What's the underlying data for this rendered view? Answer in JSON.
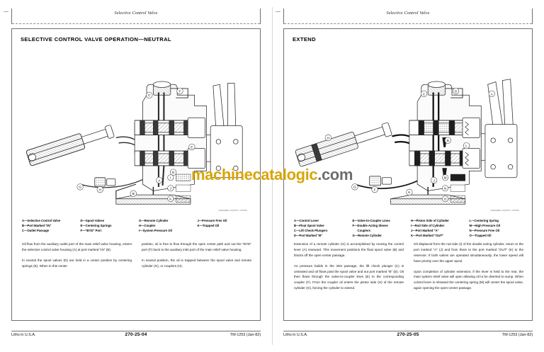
{
  "document": {
    "running_header": "Selective Control Valve",
    "watermark": "machinecatalogic.com",
    "watermark_part_a": "machinecatalogic",
    "watermark_part_b": ".com"
  },
  "left_page": {
    "section_title": "SELECTIVE CONTROL VALVE OPERATION—NEUTRAL",
    "figure_credit": "A1234ABC  XXXXXX  /  XXXXX",
    "figure_callouts": [
      "A",
      "B",
      "C",
      "D",
      "E",
      "F",
      "G",
      "H",
      "I",
      "J",
      "K"
    ],
    "legend": {
      "col1": [
        "A—Selective Control Valve",
        "B—Port Marked \"IN\"",
        "C—Outlet Passage"
      ],
      "col2": [
        "D—Spool Valves",
        "E—Centering Springs",
        "F—\"BYD\" Port"
      ],
      "col3": [
        "G—Remote Cylinder",
        "H—Coupler",
        "I—System Pressure Oil"
      ],
      "col4": [
        "J—Pressure Free Oil",
        "K—Trapped Oil"
      ]
    },
    "body": {
      "col1": [
        "Oil flow from the auxiliary outlet port of the main relief valve housing, enters the selective control valve housing (A) at port marked \"IN\" (B).",
        "In neutral the spool valves (D) are held in a center position by centering springs (E). When in this center"
      ],
      "col2": [
        "position, oil is free to flow through the open center path and out the \"BYD\" port (F) back to the auxiliary inlet port of the main relief valve housing.",
        "In neutral position, the oil is trapped between the spool valve and remote cylinder (G), or couplers (H)."
      ]
    },
    "footer": {
      "left": "Litho in U.S.A.",
      "center": "270-25-04",
      "right": "TM-1253 (Jan-82)"
    }
  },
  "right_page": {
    "section_title": "EXTEND",
    "figure_credit": "A1234ABC  XXXXXX  /  XXXXX",
    "figure_callouts": [
      "A",
      "B",
      "C",
      "D",
      "E",
      "F",
      "G",
      "H",
      "I",
      "J",
      "K",
      "L",
      "M",
      "N",
      "O"
    ],
    "legend": {
      "col1": [
        "A—Control Lever",
        "B—Float Spool Valve",
        "C—Lift Check Plungers",
        "D—Port Marked \"B\""
      ],
      "col2": [
        "E—Valve-to-Coupler Lines",
        "F—Double Acting Sleeve",
        "Couplers",
        "G—Remote Cylinder"
      ],
      "col3": [
        "H—Piston Side of Cylinder",
        "I—Rod Side of Cylinder",
        "J—Port Marked \"A\"",
        "K—Port Marked \"OUT\""
      ],
      "col4": [
        "L—Centering Spring",
        "M—High Pressure Oil",
        "N—Pressure Free Oil",
        "O—Trapped Oil"
      ]
    },
    "body": {
      "col1": [
        "Extension of a remote cylinder (G) is accomplished by moving the control lever (A) rearward. This movement positions the float spool valve (B) and blocks off the open-center passage.",
        "As pressure builds in the inlet passage, the lift check plunger (C) is unseated and oil flows past the spool valve and out port marked \"B\" (D). Oil then flows through the valve-to-coupler lines (E) to the corresponding coupler (F). From the coupler oil enters the piston side (H) of the remote cylinder (G), forcing the cylinder to extend."
      ],
      "col2": [
        "Oil displaced from the rod side (I) of the double acting cylinder, return to the port marked \"A\" (J) and from there to the port marked \"OUT\" (K) to the reservoir. If both valves are operated simultaneously, the lower speed will have priority over the upper spool.",
        "Upon completion of cylinder extension, if the lever is held to the rear, the main system relief valve will open allowing oil to be diverted to sump. When control lever is released the centering spring (M) will center the spool valve, again opening the open-center passage."
      ]
    },
    "footer": {
      "left": "Litho in U.S.A.",
      "center": "270-25-05",
      "right": "TM-1253 (Jan-82)"
    }
  },
  "colors": {
    "watermark_gold": "#d8a60a",
    "watermark_gray": "#6e6e6e",
    "rule": "#6f6f6f",
    "text": "#111111"
  }
}
